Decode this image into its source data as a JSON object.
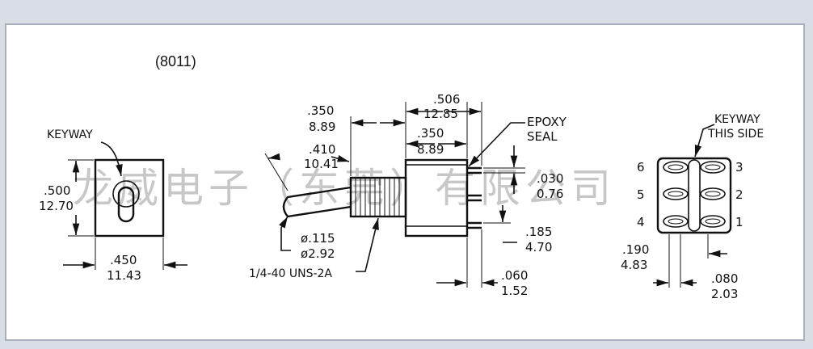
{
  "part_code": "(8011)",
  "watermark": "龙威电子（东莞）有限公司",
  "front_view": {
    "keyway_label": "KEYWAY",
    "height_in": ".500",
    "height_mm": "12.70",
    "width_in": ".450",
    "width_mm": "11.43"
  },
  "side_view": {
    "bushing_len_in": ".350",
    "bushing_len_mm": "8.89",
    "body_len_in": ".506",
    "body_len_mm": "12.85",
    "body_depth_in": ".350",
    "body_depth_mm": "8.89",
    "lever_len_in": ".410",
    "lever_len_mm": "10.41",
    "epoxy_label_1": "EPOXY",
    "epoxy_label_2": "SEAL",
    "pin_thk_in": ".030",
    "pin_thk_mm": "0.76",
    "pin_pitch_in": ".185",
    "pin_pitch_mm": "4.70",
    "lever_dia_in": "ø.115",
    "lever_dia_mm": "ø2.92",
    "thread": "1/4-40 UNS-2A",
    "pin_len_in": ".060",
    "pin_len_mm": "1.52"
  },
  "bottom_view": {
    "keyway_label_1": "KEYWAY",
    "keyway_label_2": "THIS SIDE",
    "pins_left": [
      "6",
      "5",
      "4"
    ],
    "pins_right": [
      "3",
      "2",
      "1"
    ],
    "row_pitch_in": ".190",
    "row_pitch_mm": "4.83",
    "pin_w_in": ".080",
    "pin_w_mm": "2.03"
  }
}
